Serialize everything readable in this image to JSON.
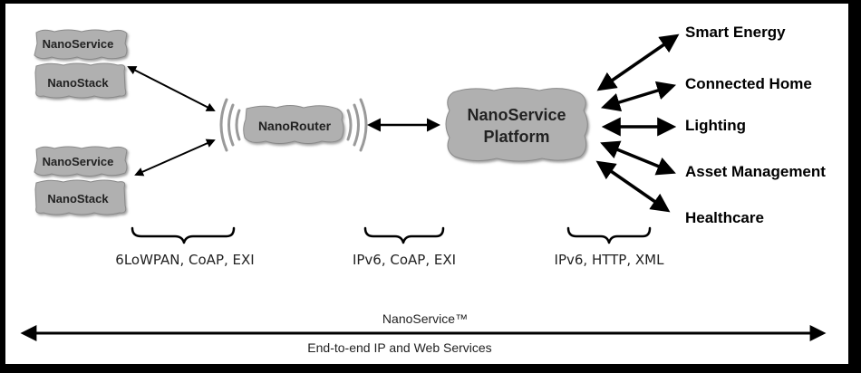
{
  "nodes": {
    "sensor1": {
      "service": "NanoService",
      "stack": "NanoStack"
    },
    "sensor2": {
      "service": "NanoService",
      "stack": "NanoStack"
    },
    "router": "NanoRouter",
    "platform_line1": "NanoService",
    "platform_line2": "Platform"
  },
  "applications": [
    "Smart Energy",
    "Connected Home",
    "Lighting",
    "Asset Management",
    "Healthcare"
  ],
  "protocols": {
    "left": "6LoWPAN, CoAP, EXI",
    "middle": "IPv6, CoAP,  EXI",
    "right": "IPv6, HTTP, XML"
  },
  "footer": {
    "title": "NanoService™",
    "subtitle": "End-to-end  IP and Web Services"
  },
  "colors": {
    "blob_fill": "#b0b0b0",
    "blob_stroke": "#8a8a8a",
    "arrow": "#000000",
    "background": "#ffffff",
    "frame": "#000000"
  }
}
